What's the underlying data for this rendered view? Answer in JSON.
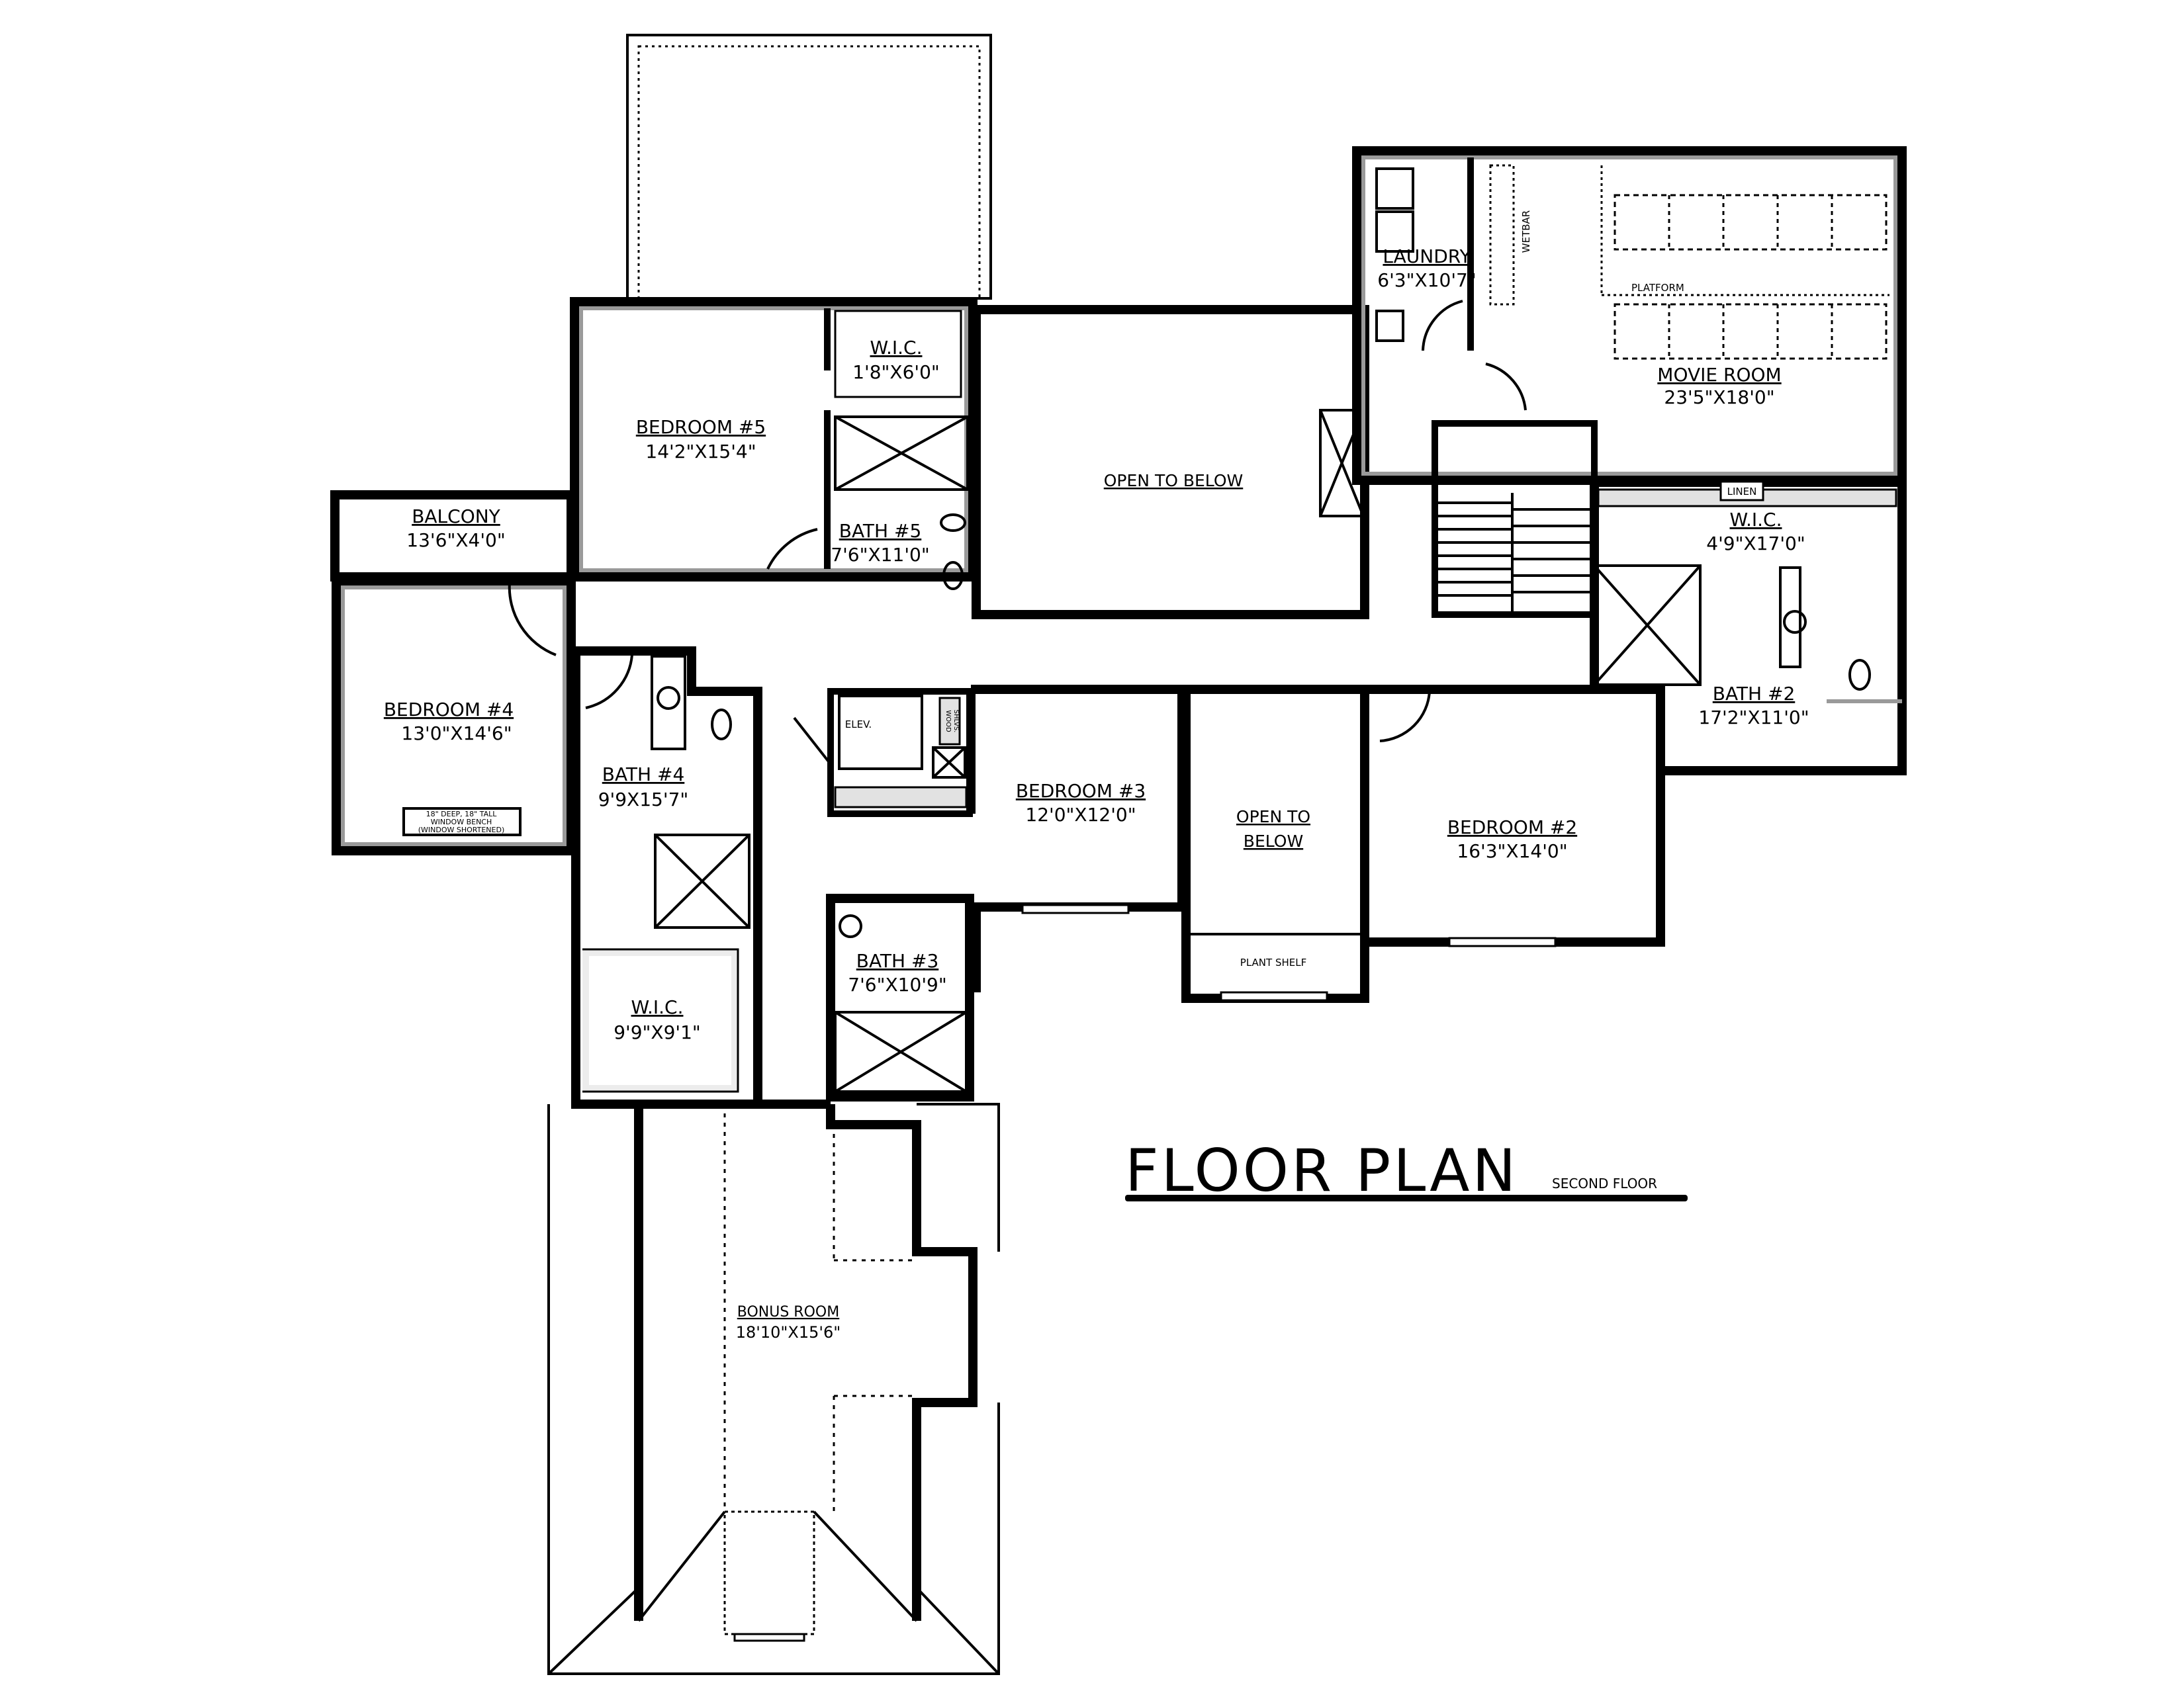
{
  "title": "FLOOR PLAN",
  "subtitle": "SECOND FLOOR",
  "rooms": [
    {
      "name": "BEDROOM #5",
      "dims": "14'2\"X15'4\""
    },
    {
      "name": "W.I.C.",
      "dims": "1'8\"X6'0\""
    },
    {
      "name": "BATH #5",
      "dims": "7'6\"X11'0\""
    },
    {
      "name": "BALCONY",
      "dims": "13'6\"X4'0\""
    },
    {
      "name": "BEDROOM #4",
      "dims": "13'0\"X14'6\""
    },
    {
      "name": "BATH #4",
      "dims": "9'9X15'7\""
    },
    {
      "name": "W.I.C.",
      "dims": "9'9\"X9'1\""
    },
    {
      "name": "BEDROOM #3",
      "dims": "12'0\"X12'0\""
    },
    {
      "name": "BATH #3",
      "dims": "7'6\"X10'9\""
    },
    {
      "name": "BEDROOM #2",
      "dims": "16'3\"X14'0\""
    },
    {
      "name": "BATH #2",
      "dims": "17'2\"X11'0\""
    },
    {
      "name": "W.I.C.",
      "dims": "4'9\"X17'0\""
    },
    {
      "name": "LAUNDRY",
      "dims": "6'3\"X10'7\""
    },
    {
      "name": "MOVIE ROOM",
      "dims": "23'5\"X18'0\""
    },
    {
      "name": "BONUS ROOM",
      "dims": "18'10\"X15'6\""
    }
  ],
  "open_to_below": [
    "OPEN TO BELOW",
    "OPEN TO",
    "BELOW"
  ],
  "notes": {
    "window_bench": [
      "18\" DEEP, 18\" TALL",
      "WINDOW BENCH",
      "(WINDOW SHORTENED)"
    ],
    "elevator": "ELEV.",
    "wood_shelves": [
      "WOOD",
      "SHLVS."
    ],
    "linen": "LINEN",
    "platform": "PLATFORM",
    "wetbar": "WETBAR",
    "plant_shelf": "PLANT SHELF"
  }
}
